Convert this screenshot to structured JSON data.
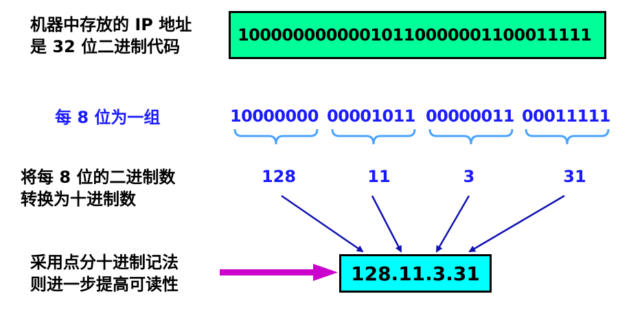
{
  "stored_label": {
    "line1": "机器中存放的 IP 地址",
    "line2": "是 32 位二进制代码"
  },
  "binary_address": "10000000000010110000001100011111",
  "group_label": "每 8 位为一组",
  "octets": [
    "10000000",
    "00001011",
    "00000011",
    "00011111"
  ],
  "convert_label": {
    "line1": "将每 8 位的二进制数",
    "line2": "转换为十进制数"
  },
  "decimals": [
    "128",
    "11",
    "3",
    "31"
  ],
  "notation_label": {
    "line1": "采用点分十进制记法",
    "line2": "则进一步提高可读性"
  },
  "dotted_decimal": "128.11.3.31",
  "colors": {
    "binary_box_fill": "#00ff99",
    "result_box_fill": "#00ffff",
    "accent_blue": "#1a1aff",
    "brace_color": "#4aa3ff",
    "arrow_color": "#1010b0",
    "big_arrow_color": "#cc00cc"
  }
}
